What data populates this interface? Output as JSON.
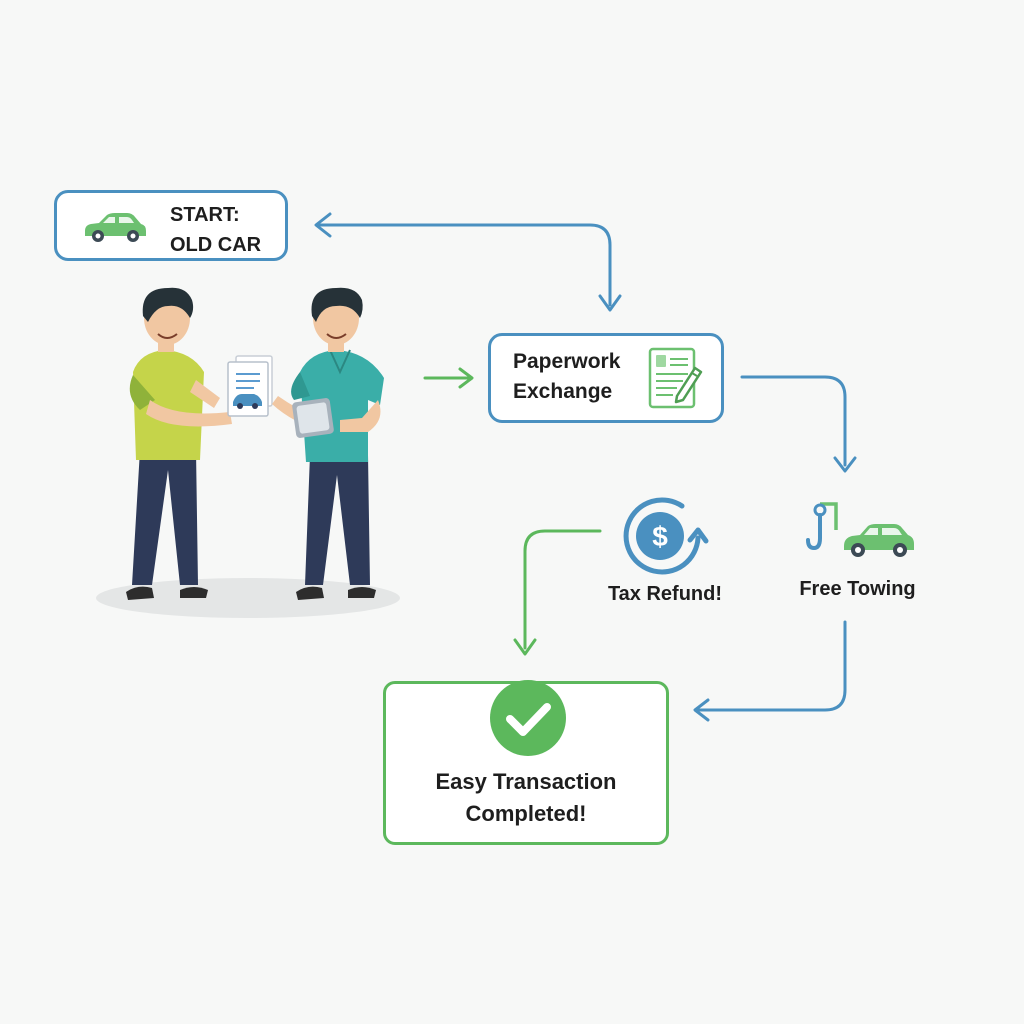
{
  "nodes": {
    "start": {
      "line1": "START:",
      "line2": "OLD CAR"
    },
    "paperwork": {
      "line1": "Paperwork",
      "line2": "Exchange"
    },
    "tax_refund": {
      "label": "Tax Refund!"
    },
    "towing": {
      "label": "Free Towing"
    },
    "complete": {
      "line1": "Easy Transaction",
      "line2": "Completed!"
    }
  },
  "icons": [
    "car-icon",
    "document-pen-icon",
    "dollar-refresh-icon",
    "tow-truck-icon",
    "checkmark-icon"
  ],
  "colors": {
    "blue": "#4a90c0",
    "green": "#5cb85c",
    "text": "#1e1e1e"
  }
}
